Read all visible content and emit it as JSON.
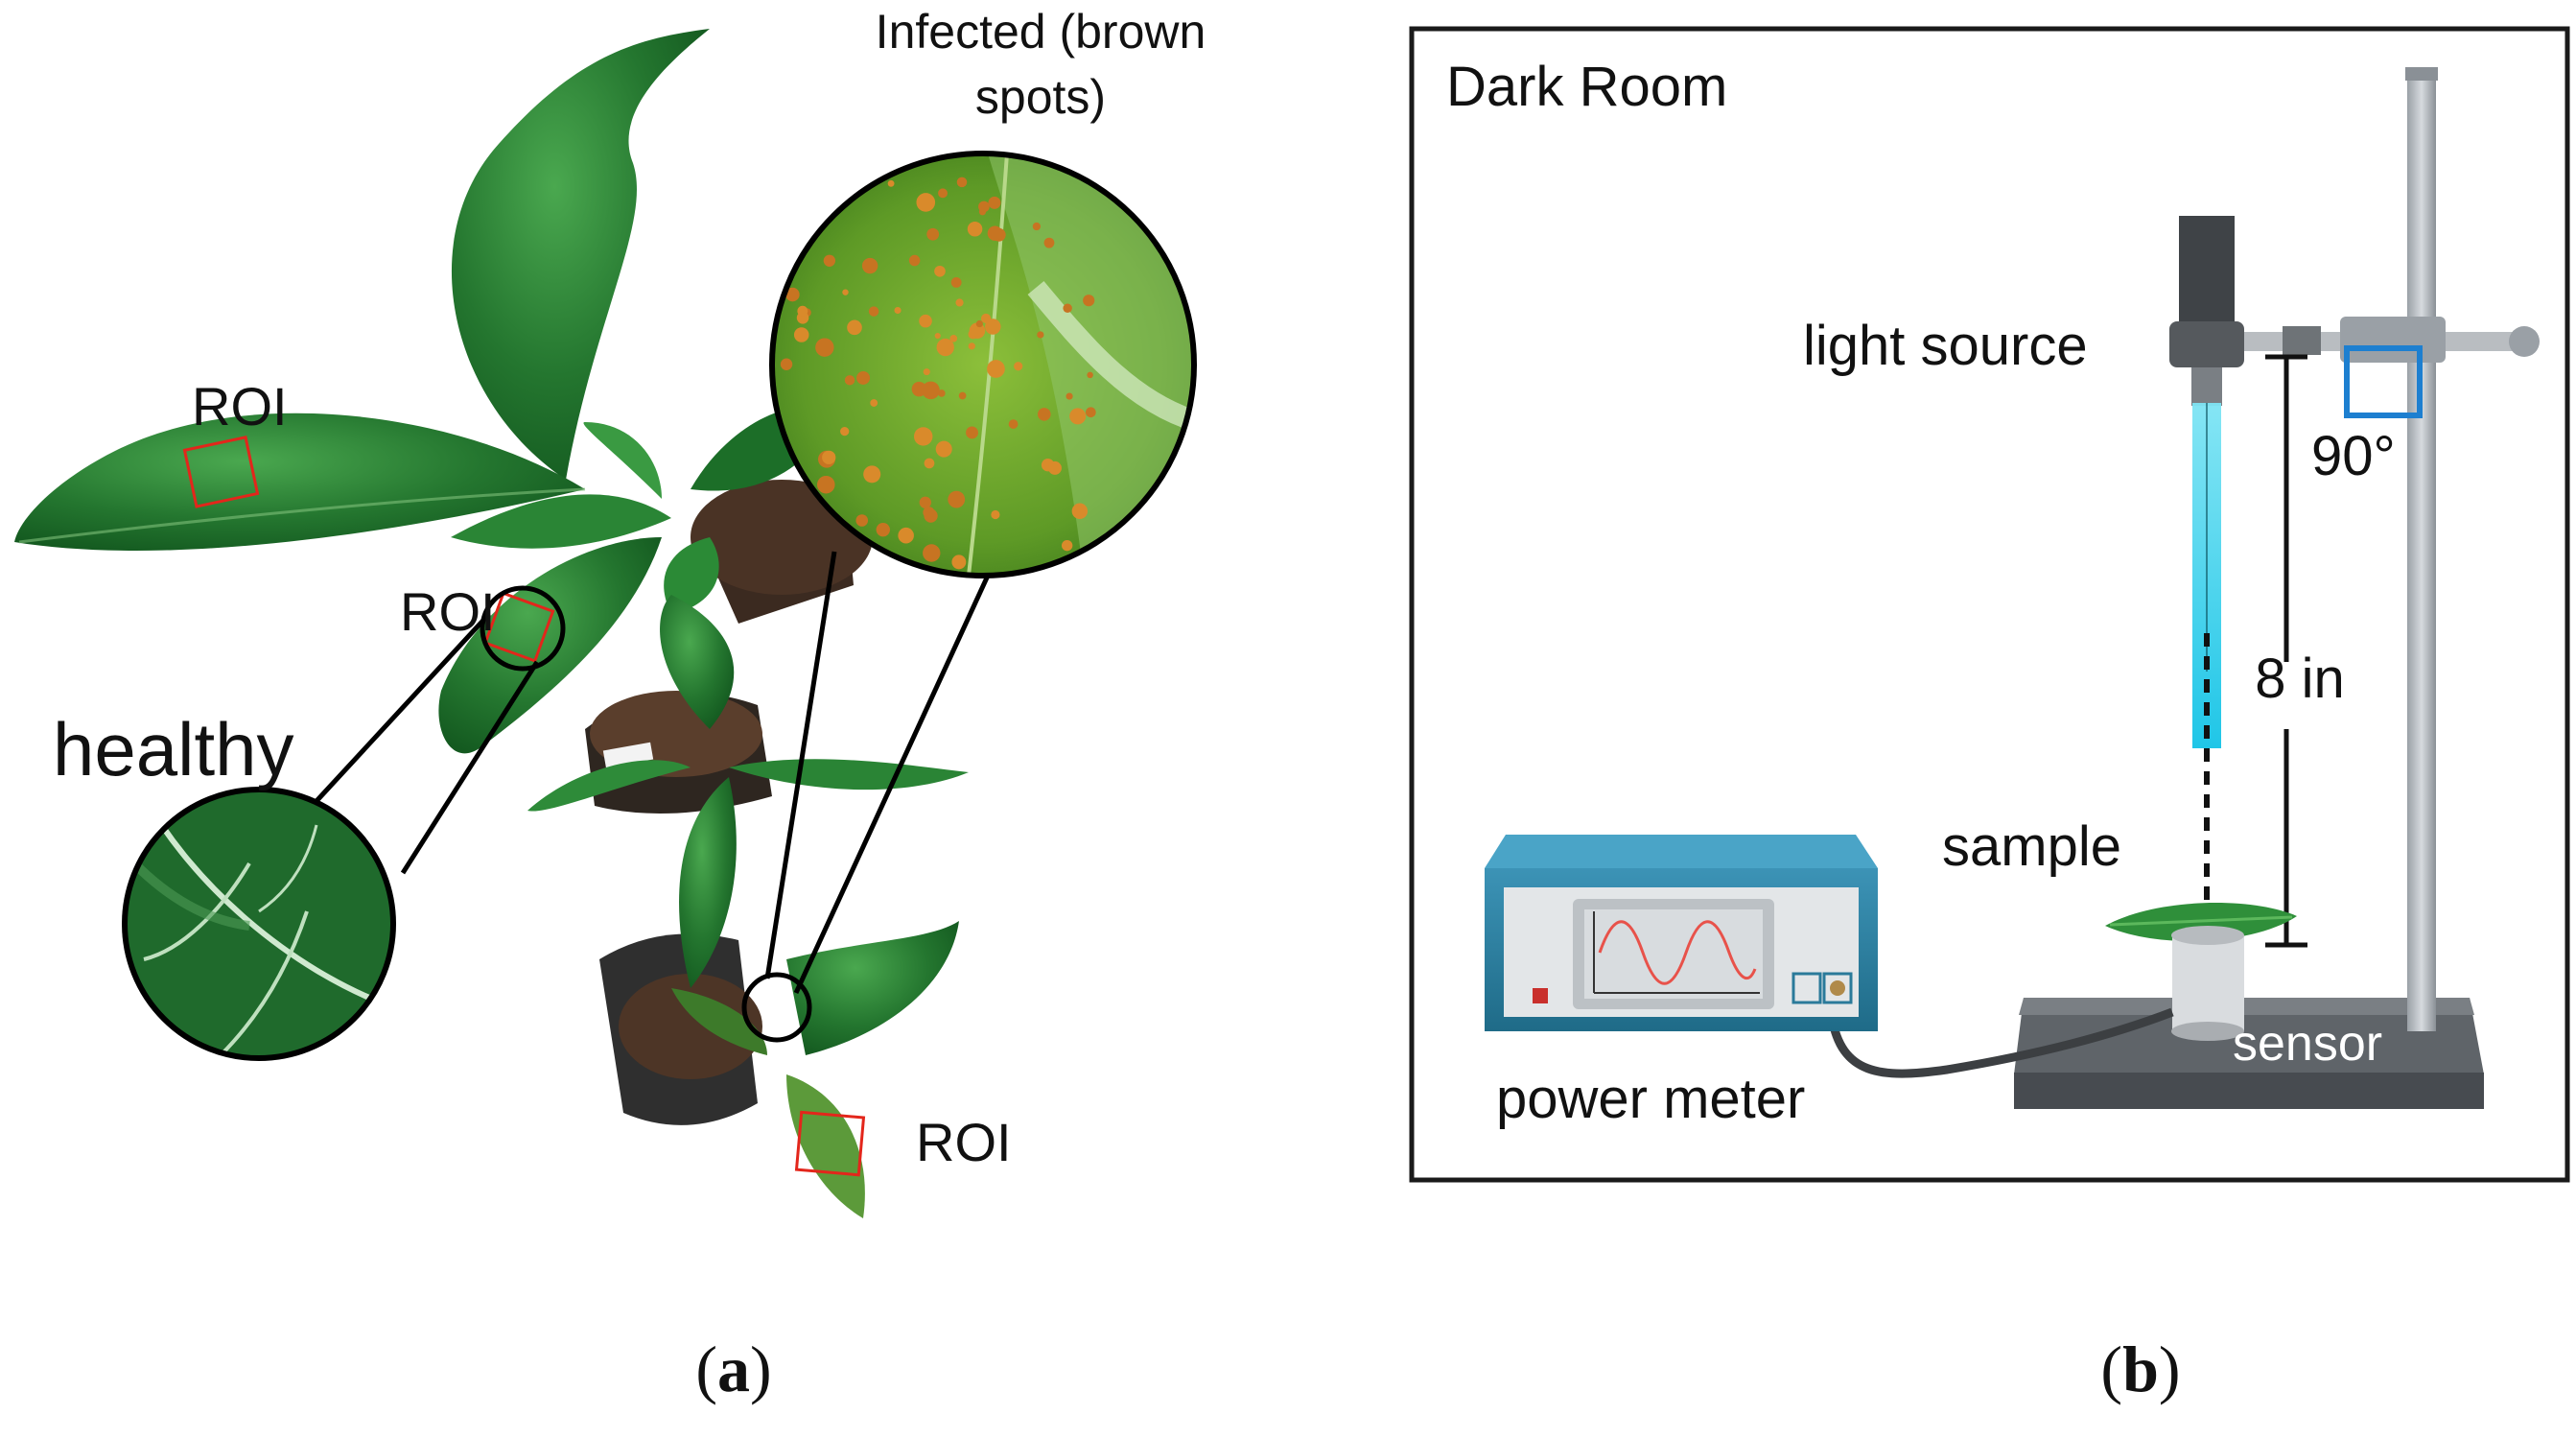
{
  "panel_a": {
    "label_infected": [
      "Infected (brown",
      "spots)"
    ],
    "label_roi_top": "ROI",
    "label_roi_mid": "ROI",
    "label_roi_bottom": "ROI",
    "label_healthy": "healthy",
    "caption_open": "(",
    "caption_letter": "a",
    "caption_close": ")"
  },
  "panel_b": {
    "title": "Dark Room",
    "label_light_source": "light source",
    "label_angle": "90°",
    "label_distance": "8 in",
    "label_sample": "sample",
    "label_sensor": "sensor",
    "label_power_meter": "power meter",
    "caption_open": "(",
    "caption_letter": "b",
    "caption_close": ")"
  },
  "colors": {
    "leaf_dark": "#1f6b2a",
    "leaf_mid": "#2f8f3a",
    "leaf_light": "#5cb85c",
    "soil": "#4a3325",
    "roi_box": "#e3261b",
    "light_beam": "#18c8e8",
    "angle_box": "#1d7fd0",
    "meter_case": "#2a7a9a",
    "stand_base": "#5f6469"
  }
}
